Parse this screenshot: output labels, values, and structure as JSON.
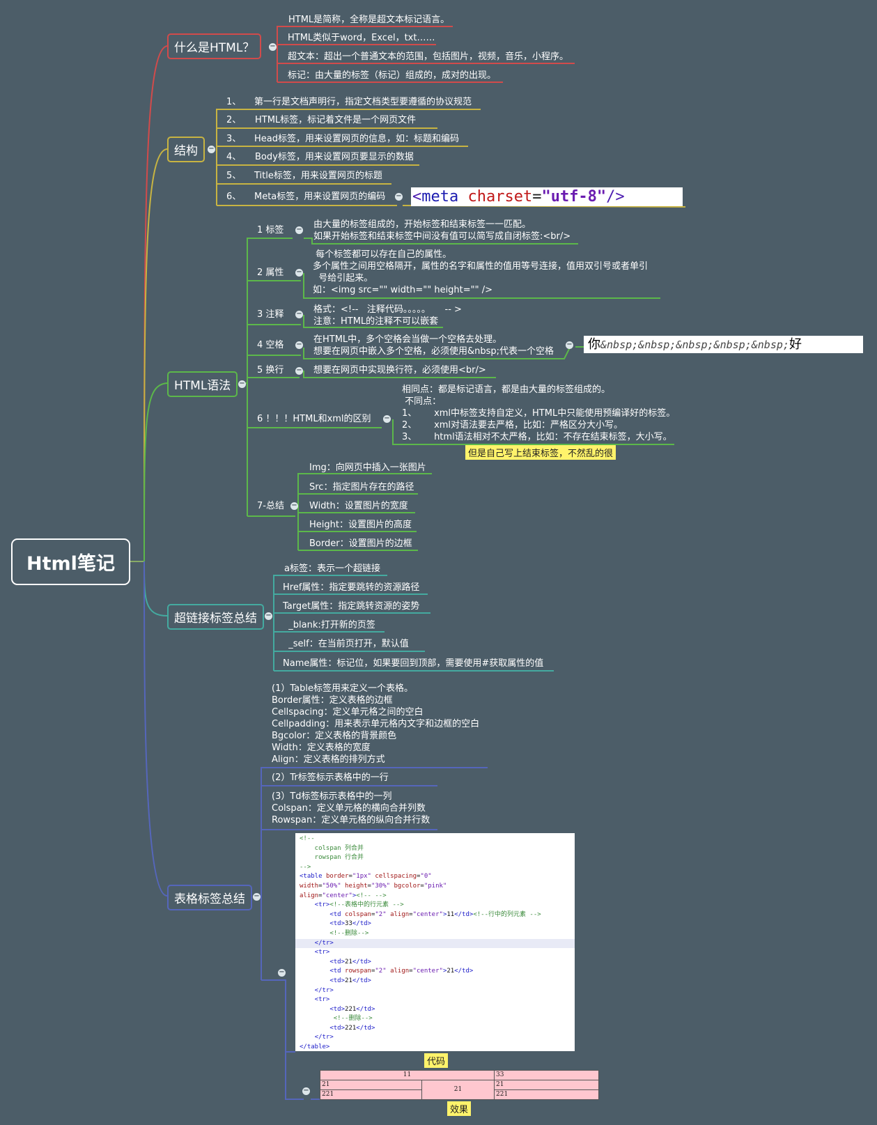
{
  "root": {
    "title": "Html笔记"
  },
  "section1": {
    "title": "什么是HTML？",
    "items": [
      "HTML是简称，全称是超文本标记语言。",
      "HTML类似于word，Excel，txt……",
      "超文本：超出一个普通文本的范围，包括图片，视频，音乐，小程序。",
      "标记：由大量的标签（标记）组成的，成对的出现。"
    ]
  },
  "section2": {
    "title": "结构",
    "items": [
      {
        "num": "1、",
        "text": "第一行是文档声明行，指定文档类型要遵循的协议规范"
      },
      {
        "num": "2、",
        "text": "HTML标签，标记着文件是一个网页文件"
      },
      {
        "num": "3、",
        "text": "Head标签，用来设置网页的信息，如：标题和编码"
      },
      {
        "num": "4、",
        "text": "Body标签，用来设置网页要显示的数据"
      },
      {
        "num": "5、",
        "text": "Title标签，用来设置网页的标题"
      },
      {
        "num": "6、",
        "text": "Meta标签，用来设置网页的编码"
      }
    ],
    "meta_code": {
      "lt": "<",
      "tag": "meta",
      "attr": "charset",
      "eq": "=",
      "val": "\"utf-8\"",
      "end": "/>"
    }
  },
  "section3": {
    "title": "HTML语法",
    "items": [
      {
        "label": "1   标签",
        "text": "由大量的标签组成的，开始标签和结束标签一一匹配。\n如果开始标签和结束标签中间没有值可以简写成自闭标签:<br/>"
      },
      {
        "label": "2   属性",
        "text": " 每个标签都可以存在自己的属性。\n多个属性之间用空格隔开，属性的名字和属性的值用等号连接，值用双引号或者单引\n  号给引起来。\n如：<img src=\"\" width=\"\" height=\"\" />"
      },
      {
        "label": "3   注释",
        "text": "格式：<!--   注释代码。。。。。     -- >\n注意：HTML的注释不可以嵌套"
      },
      {
        "label": "4   空格",
        "text": "在HTML中，多个空格会当做一个空格去处理。\n想要在网页中嵌入多个空格，必须使用&nbsp;代表一个空格"
      },
      {
        "label": "5   换行",
        "text": "想要在网页中实现换行符，必须使用<br/>"
      },
      {
        "label": "6   ！！！HTML和xml的区别",
        "text": "相同点：都是标记语言，都是由大量的标签组成的。\n 不同点：\n1、      xml中标签支持自定义，HTML中只能使用预编译好的标签。\n2、      xml对语法要去严格，比如：严格区分大小写。\n3、      html语法相对不太严格，比如：不存在结束标签，大小写。"
      },
      {
        "label": "7-总结",
        "children": [
          "Img：向网页中插入一张图片",
          "Src：指定图片存在的路径",
          "Width：设置图片的宽度",
          "Height：设置图片的高度",
          "Border：设置图片的边框"
        ]
      }
    ],
    "nbsp_example": {
      "first": "你",
      "entities": "&nbsp;&nbsp;&nbsp;&nbsp;&nbsp;",
      "last": "好"
    },
    "xml_note": "但是自己写上结束标签，不然乱的很"
  },
  "section4": {
    "title": "超链接标签总结",
    "items": [
      "a标签：表示一个超链接",
      "Href属性：指定要跳转的资源路径",
      "Target属性：指定跳转资源的姿势",
      "  _blank:打开新的页签",
      "  _self：在当前页打开，默认值",
      "Name属性：标记位，如果要回到顶部，需要使用#获取属性的值"
    ]
  },
  "section5": {
    "title": "表格标签总结",
    "items": [
      "(1）Table标签用来定义一个表格。\nBorder属性：定义表格的边框\nCellspacing：定义单元格之间的空白\nCellpadding：用来表示单元格内文字和边框的空白\nBgcolor：定义表格的背景颜色\nWidth：定义表格的宽度\nAlign：定义表格的排列方式",
      "(2）Tr标签标示表格中的一行",
      "(3）Td标签标示表格中的一列\nColspan：定义单元格的横向合并列数\nRowspan：定义单元格的纵向合并行数"
    ],
    "code_note": "代码",
    "result_note": "效果",
    "result_table": {
      "r1c1": "11",
      "r1c3": "33",
      "r2c1": "21",
      "r2c2": "21",
      "r2c3": "21",
      "r3c1": "221",
      "r3c3": "221"
    }
  },
  "code_lines": [
    [
      [
        "c-cm",
        "<!--"
      ]
    ],
    [
      [
        "c-cm",
        "    colspan 列合并"
      ]
    ],
    [
      [
        "c-cm",
        "    rowspan 行合并"
      ]
    ],
    [
      [
        "c-cm",
        "-->"
      ]
    ],
    [
      [
        "c-tg",
        "<table "
      ],
      [
        "c-at",
        "border"
      ],
      [
        "c-tx",
        "="
      ],
      [
        "c-vl",
        "\"1px\" "
      ],
      [
        "c-at",
        "cellspacing"
      ],
      [
        "c-tx",
        "="
      ],
      [
        "c-vl",
        "\"0\""
      ]
    ],
    [
      [
        "c-at",
        "width"
      ],
      [
        "c-tx",
        "="
      ],
      [
        "c-vl",
        "\"50%\" "
      ],
      [
        "c-at",
        "height"
      ],
      [
        "c-tx",
        "="
      ],
      [
        "c-vl",
        "\"30%\" "
      ],
      [
        "c-at",
        "bgcolor"
      ],
      [
        "c-tx",
        "="
      ],
      [
        "c-vl",
        "\"pink\""
      ]
    ],
    [
      [
        "c-at",
        "align"
      ],
      [
        "c-tx",
        "="
      ],
      [
        "c-vl",
        "\"center\""
      ],
      [
        "c-tg",
        ">"
      ],
      [
        "c-cm",
        "<!-- -->"
      ]
    ],
    [
      [
        "c-tg",
        "    <tr>"
      ],
      [
        "c-cm",
        "<!--表格中的行元素 -->"
      ]
    ],
    [
      [
        "c-tg",
        "        <td "
      ],
      [
        "c-at",
        "colspan"
      ],
      [
        "c-tx",
        "="
      ],
      [
        "c-vl",
        "\"2\" "
      ],
      [
        "c-at",
        "align"
      ],
      [
        "c-tx",
        "="
      ],
      [
        "c-vl",
        "\"center\""
      ],
      [
        "c-tg",
        ">"
      ],
      [
        "c-tx",
        "11"
      ],
      [
        "c-tg",
        "</td>"
      ],
      [
        "c-cm",
        "<!--行中的列元素 -->"
      ]
    ],
    [
      [
        "c-tg",
        "        <td>"
      ],
      [
        "c-tx",
        "33"
      ],
      [
        "c-tg",
        "</td>"
      ]
    ],
    [
      [
        "c-cm",
        "        <!--删除-->"
      ]
    ],
    [
      [
        "c-tg",
        "    </tr>"
      ]
    ],
    [
      [
        "c-tg",
        "    <tr>"
      ]
    ],
    [
      [
        "c-tg",
        "        <td>"
      ],
      [
        "c-tx",
        "21"
      ],
      [
        "c-tg",
        "</td>"
      ]
    ],
    [
      [
        "c-tg",
        "        <td "
      ],
      [
        "c-at",
        "rowspan"
      ],
      [
        "c-tx",
        "="
      ],
      [
        "c-vl",
        "\"2\" "
      ],
      [
        "c-at",
        "align"
      ],
      [
        "c-tx",
        "="
      ],
      [
        "c-vl",
        "\"center\""
      ],
      [
        "c-tg",
        ">"
      ],
      [
        "c-tx",
        "21"
      ],
      [
        "c-tg",
        "</td>"
      ]
    ],
    [
      [
        "c-tg",
        "        <td>"
      ],
      [
        "c-tx",
        "21"
      ],
      [
        "c-tg",
        "</td>"
      ]
    ],
    [
      [
        "c-tg",
        "    </tr>"
      ]
    ],
    [
      [
        "c-tg",
        "    <tr>"
      ]
    ],
    [
      [
        "c-tg",
        "        <td>"
      ],
      [
        "c-tx",
        "221"
      ],
      [
        "c-tg",
        "</td>"
      ]
    ],
    [
      [
        "c-cm",
        "         <!--删除-->"
      ]
    ],
    [
      [
        "c-tg",
        "        <td>"
      ],
      [
        "c-tx",
        "221"
      ],
      [
        "c-tg",
        "</td>"
      ]
    ],
    [
      [
        "c-tg",
        "    </tr>"
      ]
    ],
    [
      [
        "c-tg",
        "</table>"
      ]
    ]
  ],
  "colors": {
    "section1": "#d24b4b",
    "section2": "#c8b442",
    "section3": "#5cb84a",
    "section4": "#44aaa0",
    "section5": "#5566bb"
  }
}
